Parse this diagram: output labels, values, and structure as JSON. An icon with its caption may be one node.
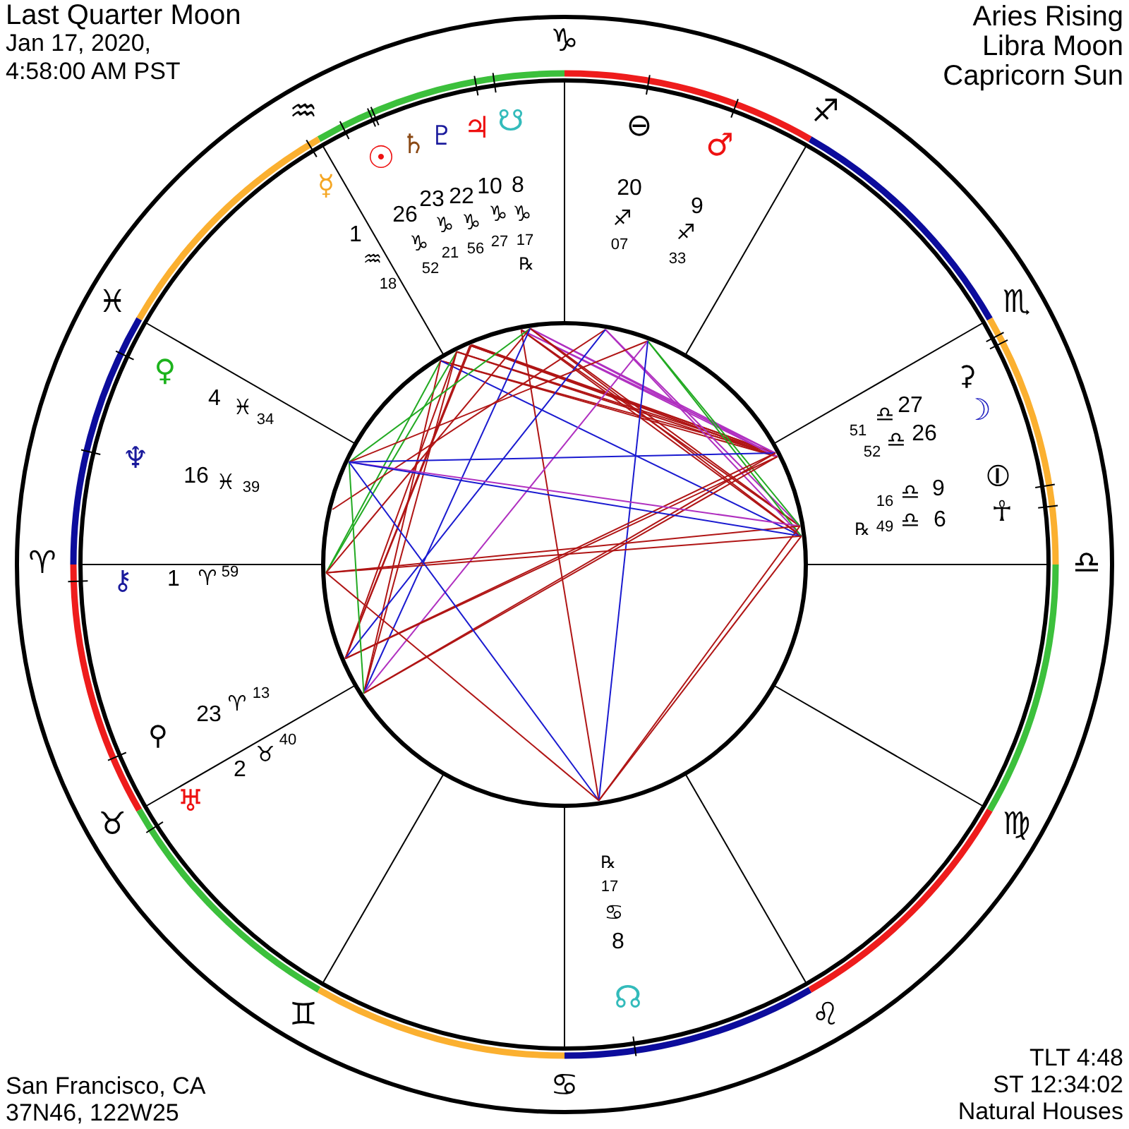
{
  "diagram": {
    "title": "Last Quarter Moon",
    "labels": [
      "Jan 17, 2020, 4:58:00 AM PST",
      "Aries Rising",
      "Libra Moon",
      "Capricorn Sun",
      "♑",
      "♒",
      "♐",
      "♓",
      "♏",
      "♈",
      "♎",
      "♉",
      "♍",
      "♊",
      "♌",
      "♋",
      "☿",
      "1",
      "♒",
      "18",
      "☉",
      "♄",
      "♇",
      "♃",
      "☋",
      "26",
      "♑",
      "52",
      "23",
      "♑",
      "21",
      "22",
      "♑",
      "56",
      "10",
      "♑",
      "27",
      "8",
      "♑",
      "17",
      "℞",
      "⊖",
      "20",
      "♐",
      "07",
      "♂",
      "9",
      "♐",
      "33",
      "⚳",
      "27",
      "♎",
      "51",
      "☽",
      "26",
      "♎",
      "52",
      "⦶",
      "9",
      "♎",
      "16",
      "☥",
      "6",
      "♎",
      "49",
      "℞",
      "♀",
      "4",
      "♓",
      "34",
      "♆",
      "16",
      "♓",
      "39",
      "⚷",
      "1",
      "♈",
      "59",
      "⚲",
      "23",
      "♈",
      "13",
      "♅",
      "2",
      "♉",
      "40",
      "℞",
      "17",
      "♋",
      "8",
      "☊",
      "San Francisco, CA",
      "37N46, 122W25",
      "TLT 4:48",
      "ST 12:34:02",
      "Natural Houses"
    ]
  }
}
